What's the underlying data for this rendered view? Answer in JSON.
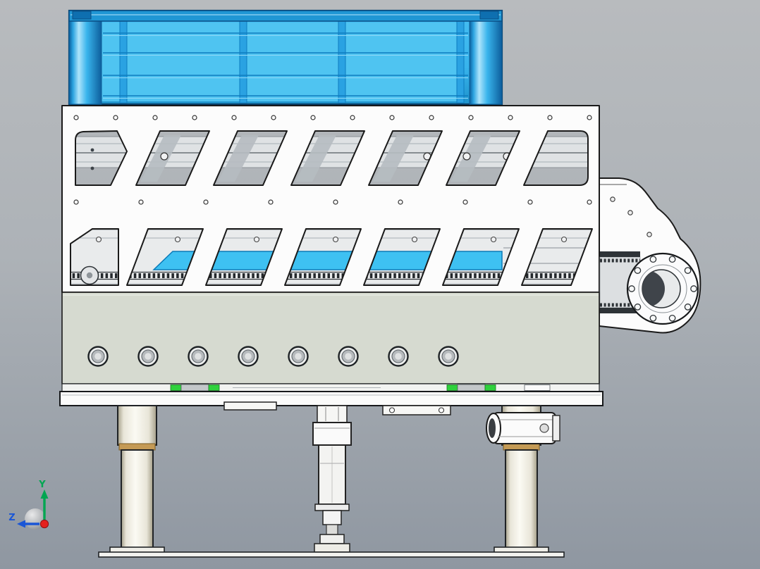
{
  "triad": {
    "axes": [
      {
        "axis": "y",
        "label": "Y",
        "color": "#00a651",
        "direction": "up"
      },
      {
        "axis": "z",
        "label": "Z",
        "color": "#1a56d6",
        "direction": "left"
      },
      {
        "axis": "x",
        "color": "#e5201d",
        "direction": "out-of-screen"
      }
    ]
  },
  "colors": {
    "background_top": "#b8bbbe",
    "background_bottom": "#8f97a1",
    "crate_blue": "#38b4ec",
    "crate_blue_light": "#4fc4f1",
    "crate_blue_dark": "#0e6fb0",
    "crate_outline": "#083c63",
    "plate_white": "#fcfcfc",
    "outline_dark": "#1a1a1a",
    "panel_gray": "#d6dad0",
    "mechanism_gray": "#dfe2e4",
    "inner_cyan": "#3ec1f2",
    "belt_dark": "#24282c",
    "green_pad": "#2fd13c",
    "leg_cream": "#efece0",
    "collar_tan": "#c49a55",
    "axis_green": "#00a651",
    "axis_blue": "#1a56d6",
    "axis_red": "#e5201d"
  }
}
